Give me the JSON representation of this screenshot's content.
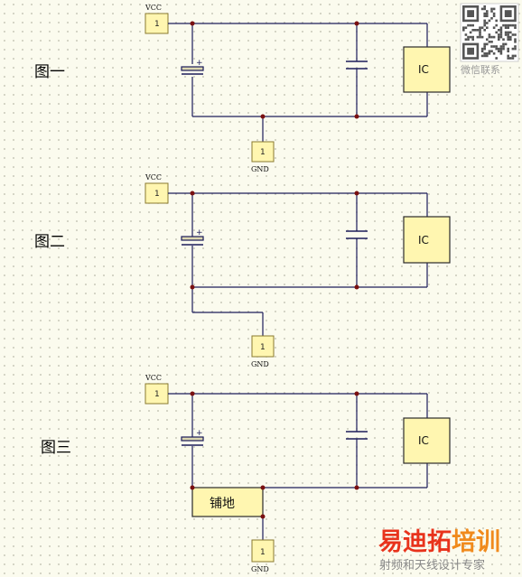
{
  "figures": [
    {
      "label": "图一",
      "vcc_name": "VCC",
      "vcc_pin": "1",
      "gnd_name": "GND",
      "gnd_pin": "1",
      "ic_label": "IC",
      "cap_plus": "+"
    },
    {
      "label": "图二",
      "vcc_name": "VCC",
      "vcc_pin": "1",
      "gnd_name": "GND",
      "gnd_pin": "1",
      "ic_label": "IC",
      "cap_plus": "+"
    },
    {
      "label": "图三",
      "vcc_name": "VCC",
      "vcc_pin": "1",
      "gnd_name": "GND",
      "gnd_pin": "1",
      "ic_label": "IC",
      "cap_plus": "+",
      "pour_label": "铺地"
    }
  ],
  "watermark": {
    "qr_caption": "微信联系",
    "brand_parts": [
      "易迪拓",
      "培训"
    ],
    "slogan": "射频和天线设计专家"
  },
  "colors": {
    "wire": "#1c1c5a",
    "junction": "#7a1010",
    "port_fill": "#fff6b0",
    "brand_red": "#e8331c",
    "brand_orange": "#f08a1c"
  }
}
